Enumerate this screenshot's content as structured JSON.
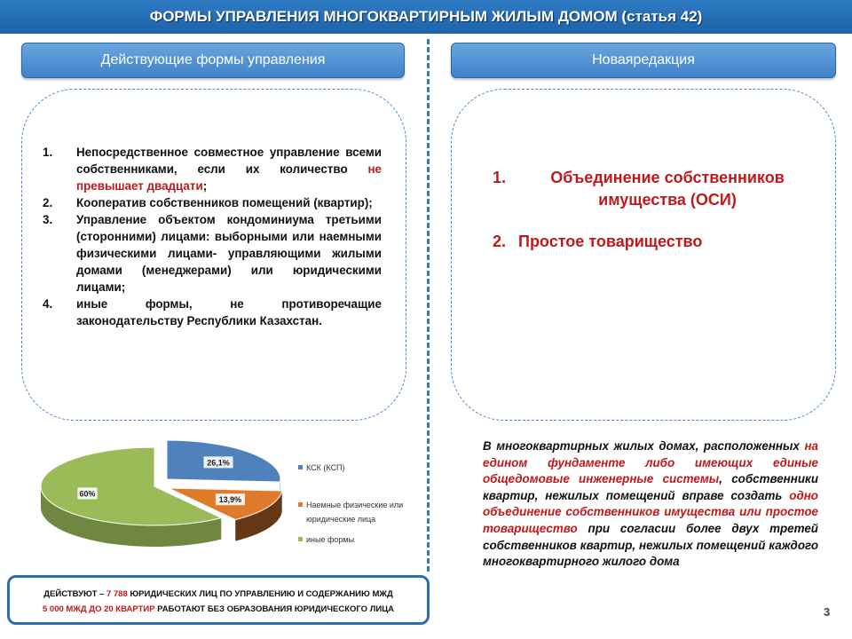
{
  "title": "ФОРМЫ УПРАВЛЕНИЯ МНОГОКВАРТИРНЫМ ЖИЛЫМ ДОМОМ (статья 42)",
  "left_header": "Действующие формы управления",
  "right_header": "Новаяредакция",
  "left_list": [
    {
      "num": "1.",
      "text_a": "Непосредственное совместное управление всеми собственниками, если их количество ",
      "text_red": "не превышает двадцати",
      "text_b": ";"
    },
    {
      "num": "2.",
      "text_a": "Кооператив собственников помещений (квартир);",
      "text_red": "",
      "text_b": ""
    },
    {
      "num": "3.",
      "text_a": "Управление объектом кондоминиума третьими (сторонними) лицами: выборными или наемными физическими лицами- управляющими жилыми домами (менеджерами) или юридическими лицами;",
      "text_red": "",
      "text_b": ""
    },
    {
      "num": "4.",
      "text_a": " иные формы, не противоречащие законодательству Республики Казахстан.",
      "text_red": "",
      "text_b": ""
    }
  ],
  "right_list": [
    {
      "num": "1.",
      "text": "Объединение собственников имущества (ОСИ)"
    },
    {
      "num": "2.",
      "text": "Простое товарищество"
    }
  ],
  "note": {
    "p1": "В многоквартирных жилых домах, расположенных ",
    "r1": "на едином фундаменте либо имеющих единые общедомовые инженерные системы",
    "p2": ", собственники квартир, нежилых помещений вправе создать ",
    "r2": "одно объединение собственников имущества или простое товарищество",
    "p3": " при согласии более двух третей собственников квартир, нежилых помещений каждого многоквартирного жилого дома"
  },
  "chart_data": {
    "type": "pie",
    "slices": [
      {
        "label": "КСК (КСП)",
        "value": 26.1,
        "display": "26,1%",
        "color": "#4f81bd"
      },
      {
        "label": "Наемные физические или юридические лица",
        "value": 13.9,
        "display": "13,9%",
        "color": "#e07b2c"
      },
      {
        "label": "иные формы",
        "value": 60,
        "display": "60%",
        "color": "#9bbb59"
      }
    ],
    "legend_position": "right"
  },
  "bottom": {
    "line1_a": "ДЕЙСТВУЮТ – ",
    "line1_r": "7 788",
    "line1_b": " ЮРИДИЧЕСКИХ ЛИЦ ПО УПРАВЛЕНИЮ И СОДЕРЖАНИЮ МЖД",
    "line2_r": "5 000 МЖД ДО 20 КВАРТИР",
    "line2_b": " РАБОТАЮТ БЕЗ ОБРАЗОВАНИЯ ЮРИДИЧЕСКОГО ЛИЦА"
  },
  "page_number": "3"
}
